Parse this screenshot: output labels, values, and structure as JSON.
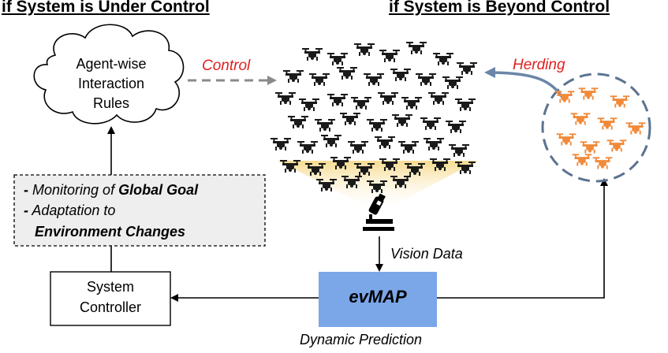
{
  "headers": {
    "left": "if System is Under Control",
    "right": "if System is Beyond Control"
  },
  "cloud": {
    "line1": "Agent-wise",
    "line2": "Interaction",
    "line3": "Rules"
  },
  "edge_labels": {
    "control": "Control",
    "herding": "Herding",
    "vision_data": "Vision Data",
    "dynamic_prediction": "Dynamic Prediction"
  },
  "monitor_box": {
    "bullet": "-",
    "line1_prefix": "Monitoring of ",
    "line1_bold": "Global Goal",
    "line2": "Adaptation to",
    "line3_bold": "Environment Changes"
  },
  "controller": {
    "line1": "System",
    "line2": "Controller"
  },
  "evmap": {
    "label": "evMAP"
  },
  "icons": {
    "drone_swarm": "drone-icon",
    "herded_drones": "drone-icon",
    "camera": "microscope-camera-icon"
  },
  "colors": {
    "accent_red": "#e02020",
    "evmap_fill": "#7ba6e8",
    "herd_circle": "#5c7391",
    "herding_arrow": "#6b86a8",
    "drone_black": "#1a1a1a",
    "drone_orange": "#f08a3a",
    "monitor_fill": "#eeeeee",
    "control_arrow": "#8a8a8a"
  }
}
